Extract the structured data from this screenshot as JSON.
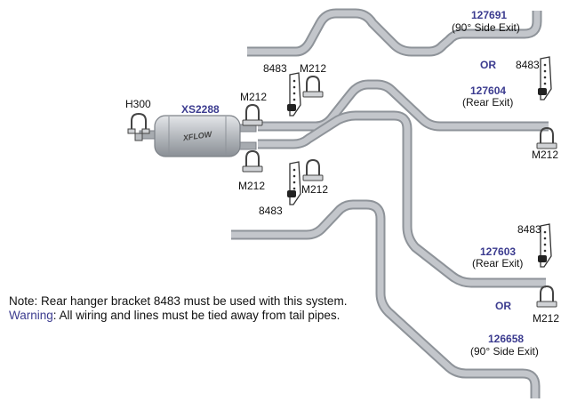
{
  "colors": {
    "pipe": "#b4b8be",
    "pipe_edge": "#8e9399",
    "part_number": "#3b3b8f",
    "text": "#111111"
  },
  "parts": {
    "muffler": "XS2288",
    "muffler_logo": "XFLOW",
    "hanger_front": "H300",
    "clamp": "M212",
    "bracket": "8483",
    "kit_side_exit_top": "127691",
    "kit_rear_exit_top": "127604",
    "kit_rear_exit_bottom": "127603",
    "kit_side_exit_bottom": "126658"
  },
  "exit_types": {
    "side": "(90° Side Exit)",
    "rear": "(Rear Exit)"
  },
  "or_text": "OR",
  "notes": {
    "line1": "Note: Rear hanger bracket 8483 must be used with this system.",
    "warning_label": "Warning",
    "warning_rest": ": All wiring and lines must be tied away from tail pipes."
  }
}
